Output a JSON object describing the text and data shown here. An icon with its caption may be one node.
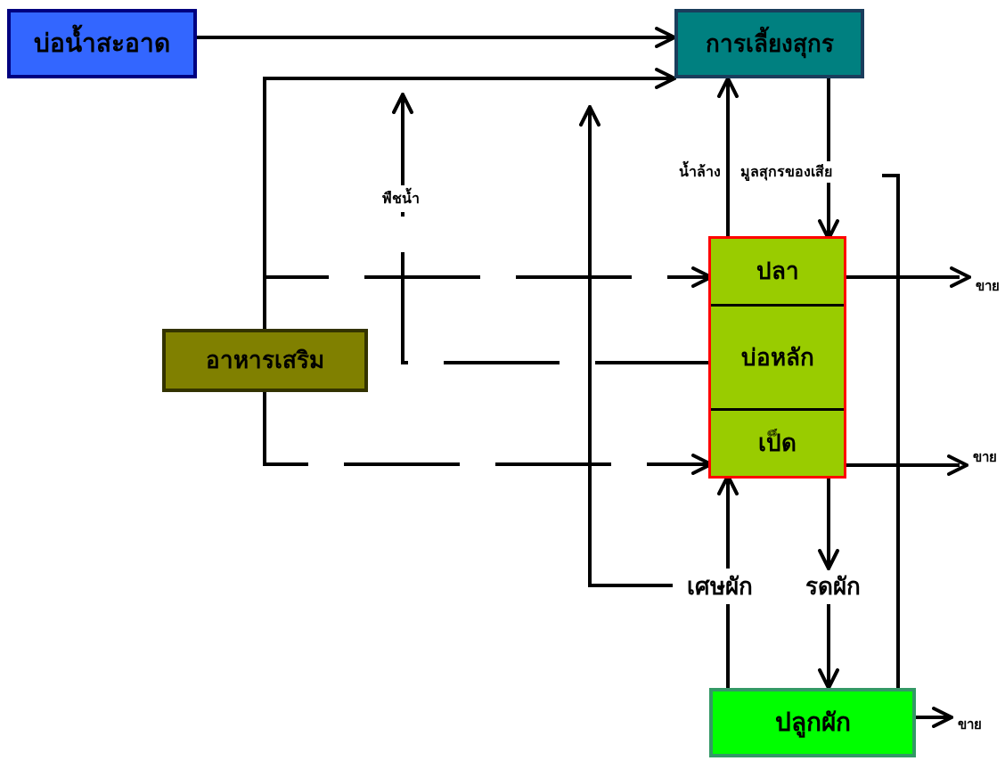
{
  "diagram": {
    "nodes": [
      {
        "text": [
          "บ่อน้ำสะอาด"
        ]
      },
      {
        "text": [
          "การเลี้ยงสุกร"
        ]
      },
      {
        "text": [],
        "shape": "box"
      },
      {
        "text": [
          "ปลา"
        ],
        "in": 2
      },
      {
        "text": [
          "บ่อหลัก"
        ],
        "in": 2
      },
      {
        "text": [
          "เป็ด"
        ],
        "in": 2
      },
      {
        "text": [
          "อาหารเสริม"
        ]
      },
      {
        "text": [
          "ปลูกผัก"
        ]
      },
      {
        "text": [
          "พืชน้ำ"
        ]
      },
      {
        "text": [
          "เศษผัก"
        ]
      },
      {
        "text": [
          "รดผัก"
        ]
      },
      {
        "text": [
          "ขาย"
        ]
      },
      {
        "text": [
          "ขาย"
        ]
      },
      {
        "text": [
          "ขาย"
        ]
      }
    ],
    "edges": [
      {
        "from": 0,
        "to": 1,
        "arrow": "to"
      },
      {
        "from": 6,
        "to": 1,
        "arrow": "to"
      },
      {
        "from": 6,
        "to": 3,
        "arrow": "to",
        "style": "dashed"
      },
      {
        "from": 6,
        "to": 5,
        "arrow": "to",
        "style": "dashed"
      },
      {
        "from": 4,
        "to": 8,
        "arrow": "none",
        "style": "dashed"
      },
      {
        "from": 8,
        "to": null,
        "arrow": "to"
      },
      {
        "from": 3,
        "to": 1,
        "arrow": "to",
        "label": "น้ำล้าง"
      },
      {
        "from": 1,
        "to": 3,
        "arrow": "to",
        "label": "มูลสุกรของเสีย"
      },
      {
        "from": 7,
        "to": null,
        "arrow": "none"
      },
      {
        "from": 9,
        "to": null,
        "arrow": "to"
      },
      {
        "from": 7,
        "to": 9,
        "arrow": "none"
      },
      {
        "from": 9,
        "to": 5,
        "arrow": "to"
      },
      {
        "from": 5,
        "to": 10,
        "arrow": "to"
      },
      {
        "from": 10,
        "to": 7,
        "arrow": "to"
      },
      {
        "from": 3,
        "to": 11,
        "arrow": "to",
        "style": "dashed"
      },
      {
        "from": 5,
        "to": 12,
        "arrow": "to",
        "style": "dashed"
      },
      {
        "from": 7,
        "to": 13,
        "arrow": "to"
      }
    ]
  }
}
